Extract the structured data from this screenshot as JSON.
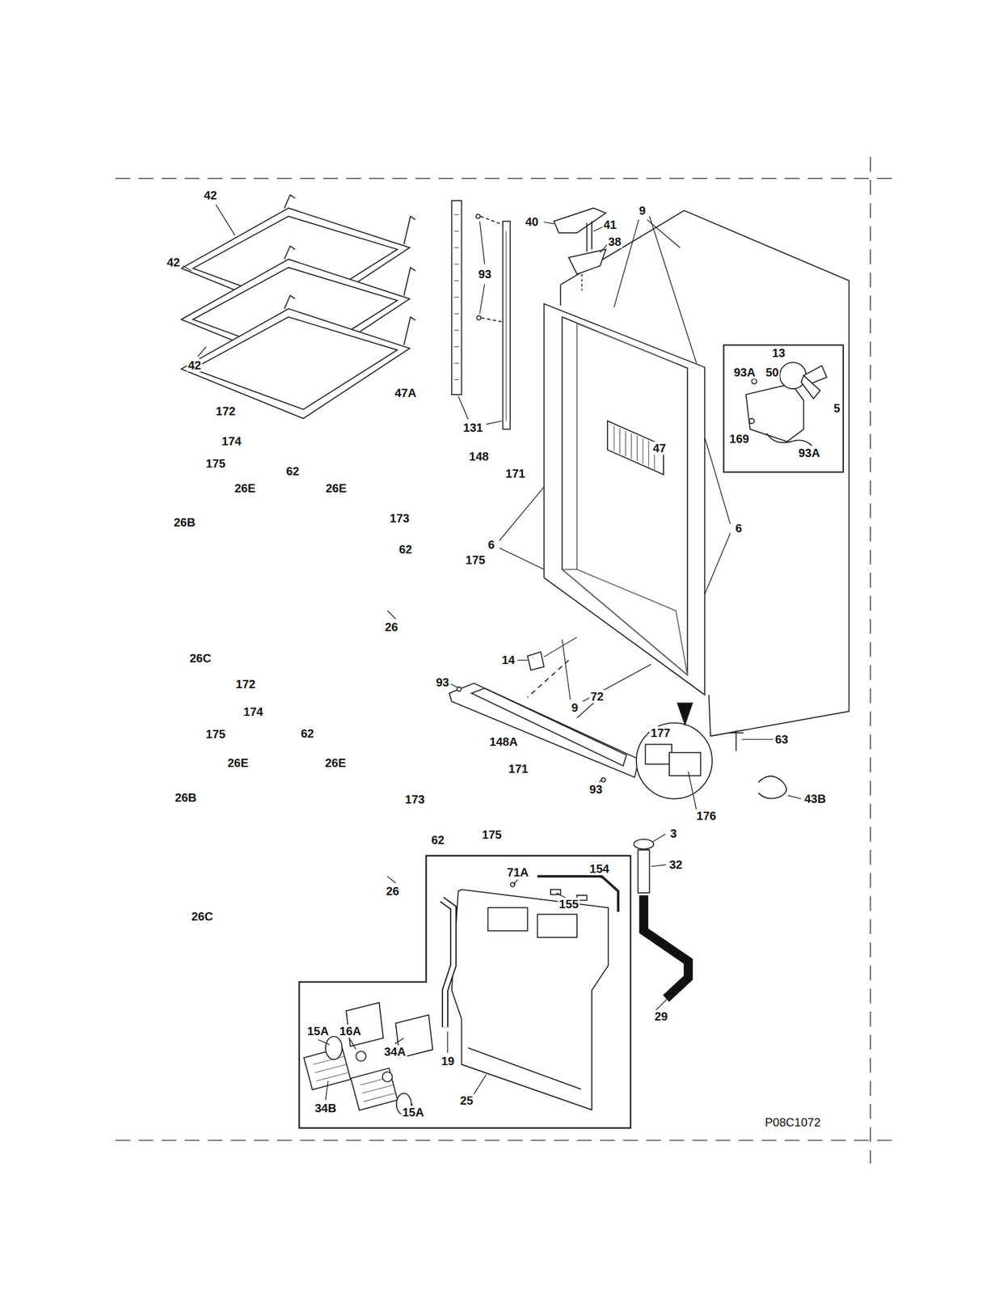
{
  "diagram": {
    "labels": [
      "42",
      "42",
      "42",
      "40",
      "41",
      "38",
      "93",
      "9",
      "47A",
      "172",
      "13",
      "93A",
      "50",
      "5",
      "174",
      "131",
      "169",
      "93A",
      "47",
      "148",
      "175",
      "62",
      "171",
      "26E",
      "26E",
      "173",
      "26B",
      "6",
      "6",
      "62",
      "175",
      "26",
      "26C",
      "14",
      "93",
      "172",
      "72",
      "9",
      "174",
      "177",
      "175",
      "62",
      "63",
      "148A",
      "26E",
      "26E",
      "171",
      "93",
      "26B",
      "43B",
      "173",
      "176",
      "3",
      "175",
      "62",
      "32",
      "154",
      "71A",
      "26",
      "155",
      "26C",
      "29",
      "15A",
      "16A",
      "34A",
      "19",
      "25",
      "34B",
      "15A",
      "P08C1072"
    ]
  }
}
